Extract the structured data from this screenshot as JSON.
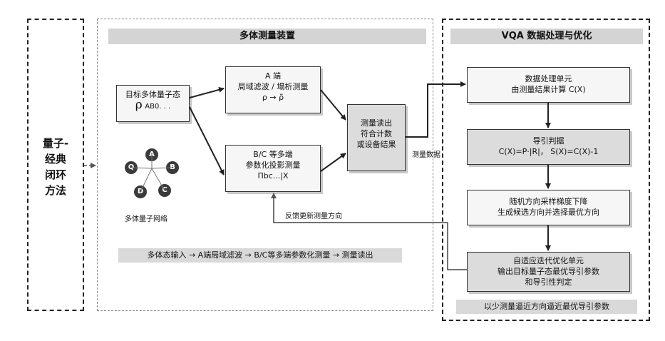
{
  "left_panel": {
    "label_lines": [
      "量子-",
      "经典",
      "闭环",
      "方法"
    ]
  },
  "measurement_section": {
    "title": "多体测量装置",
    "target_state": {
      "line1": "目标多体量子态",
      "symbol": "ρ",
      "subscript": "AB0. . ."
    },
    "network_label": "多体量子网络",
    "qubits": [
      "Q",
      "A",
      "B",
      "C",
      "D"
    ],
    "node_a": {
      "line1": "A 端",
      "line2": "局域滤波 / 塌析测量",
      "line3": "ρ → ρ̃"
    },
    "node_bc": {
      "line1": "B/C 等多端",
      "line2": "参数化投影测量",
      "line3": "Πbc...|X"
    },
    "readout": {
      "line1": "测量读出",
      "line2": "符合计数",
      "line3": "或设备结果"
    },
    "feedback_label": "反馈更新测量方向",
    "flow_caption": "多体态输入 → A端局域滤波 → B/C等多端参数化测量 → 测量读出"
  },
  "arrow_label": "测量数据",
  "vqa_section": {
    "title": "VQA 数据处理与优化",
    "step1": {
      "line1": "数据处理单元",
      "line2": "由测量结果计算 C(X)"
    },
    "step2": {
      "line1": "导引判据",
      "line2": "C(X)=P·|R|， S(X)=C(X)-1"
    },
    "step3": {
      "line1": "随机方向采样梯度下降",
      "line2": "生成候选方向并选择最优方向"
    },
    "step4": {
      "line1": "自适应迭代优化单元",
      "line2": "输出目标量子态最优导引参数",
      "line3": "和导引性判定"
    },
    "caption": "以少测量逼近方向逼近最优导引参数"
  }
}
